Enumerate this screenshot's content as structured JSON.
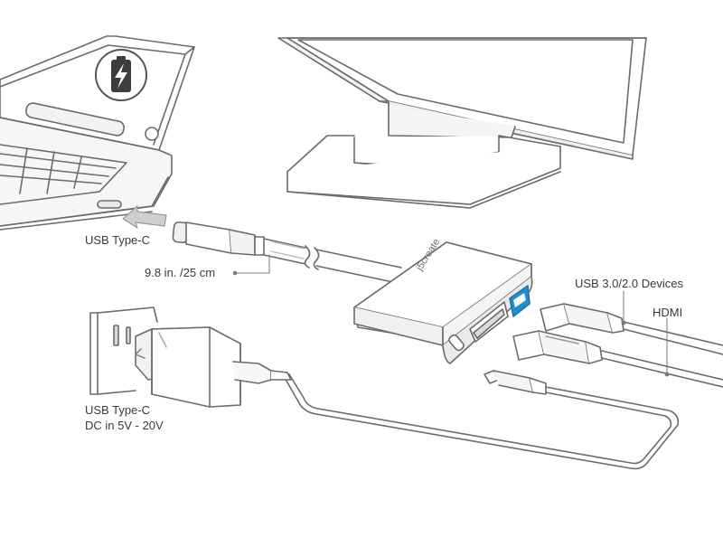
{
  "diagram": {
    "labels": {
      "laptop_port": "USB Type-C",
      "cable_length": "9.8 in. /25 cm",
      "usb_devices": "USB 3.0/2.0 Devices",
      "hdmi": "HDMI",
      "power_in_line1": "USB Type-C",
      "power_in_line2": "DC in 5V - 20V"
    },
    "hub_logo": "j5create",
    "icons": {
      "charging": "battery-bolt-icon",
      "arrow": "arrow-left-icon"
    },
    "colors": {
      "line": "#6b6b6b",
      "fill_light": "#f4f4f4",
      "usb_accent": "#1e8fd6",
      "label_text": "#3a3a3a"
    }
  }
}
